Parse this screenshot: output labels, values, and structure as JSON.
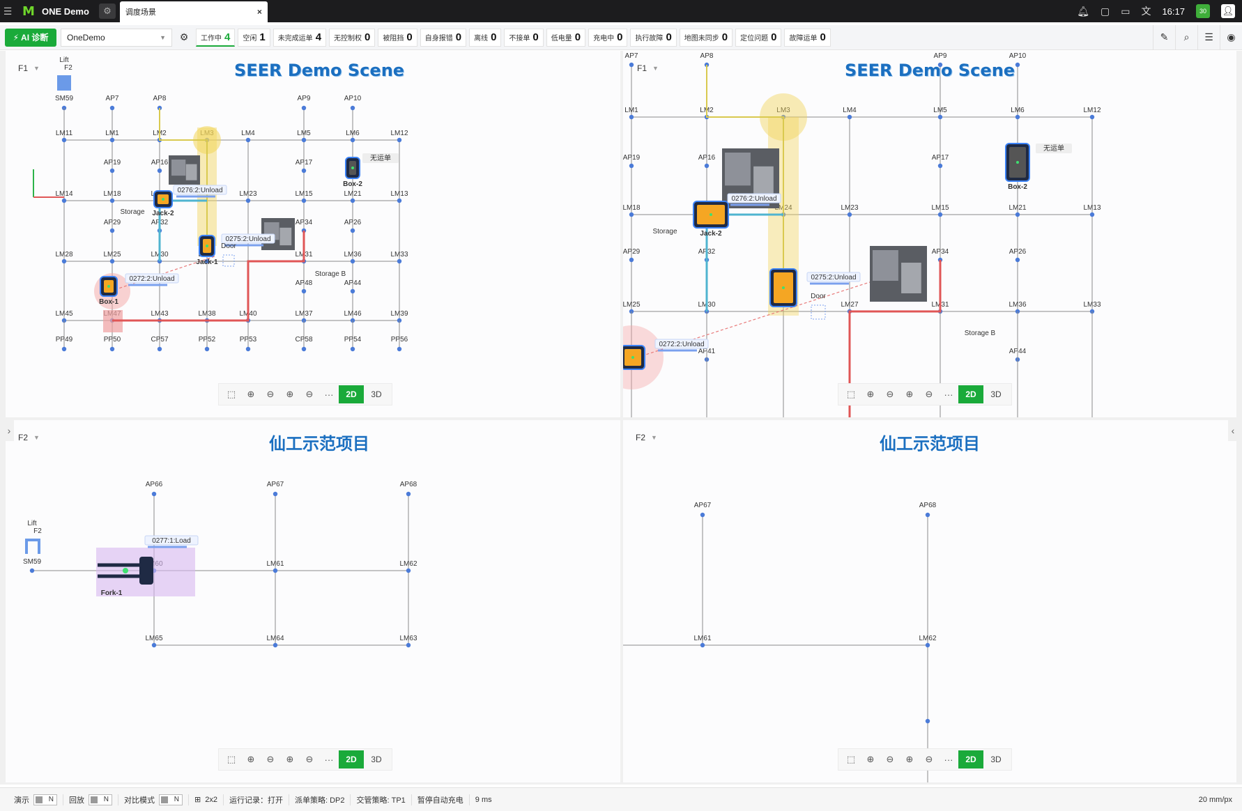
{
  "topbar": {
    "menu_icon": "menu-icon",
    "logo": "M",
    "app_title": "ONE Demo",
    "tab_title": "调度场景",
    "tab_close": "×",
    "clock": "16:17",
    "date_badge": "30",
    "icons": [
      "bell-icon",
      "note-icon",
      "monitor-icon",
      "translate-icon",
      "calendar-icon",
      "user-icon"
    ]
  },
  "toolbar": {
    "ai_button": "AI 诊断",
    "project": "OneDemo",
    "stats": [
      {
        "label": "工作中",
        "value": "4"
      },
      {
        "label": "空闲",
        "value": "1"
      },
      {
        "label": "未完成运单",
        "value": "4"
      },
      {
        "label": "无控制权",
        "value": "0"
      },
      {
        "label": "被阻挡",
        "value": "0"
      },
      {
        "label": "自身报错",
        "value": "0"
      },
      {
        "label": "离线",
        "value": "0"
      },
      {
        "label": "不接单",
        "value": "0"
      },
      {
        "label": "低电量",
        "value": "0"
      },
      {
        "label": "充电中",
        "value": "0"
      },
      {
        "label": "执行故障",
        "value": "0"
      },
      {
        "label": "地图未同步",
        "value": "0"
      },
      {
        "label": "定位问题",
        "value": "0"
      },
      {
        "label": "故障运单",
        "value": "0"
      }
    ]
  },
  "panels": {
    "tl": {
      "floor": "F1",
      "title": "SEER Demo Scene"
    },
    "tr": {
      "floor": "F1",
      "title": "SEER Demo Scene"
    },
    "bl": {
      "floor": "F2",
      "title": "仙工示范项目"
    },
    "br": {
      "floor": "F2",
      "title": "仙工示范项目"
    }
  },
  "view_modes": {
    "mode_2d": "2D",
    "mode_3d": "3D",
    "more": "···"
  },
  "map_labels": {
    "lift": "Lift",
    "lift_floor": "F2",
    "storage": "Storage",
    "storage_b": "Storage B",
    "door": "Door",
    "no_order": "无运单",
    "robots": {
      "jack1": "Jack-1",
      "jack2": "Jack-2",
      "box1": "Box-1",
      "box2": "Box-2",
      "fork1": "Fork-1"
    },
    "orders": {
      "o272": "0272:2:Unload",
      "o275": "0275:2:Unload",
      "o276": "0276:2:Unload",
      "o277": "0277:1:Load"
    }
  },
  "statusbar": {
    "demo": "演示",
    "replay": "回放",
    "compare": "对比模式",
    "toggle_off": "N",
    "layout": "2x2",
    "run_log": "运行记录：打开",
    "dispatch": "派单策略: DP2",
    "traffic": "交管策略: TP1",
    "pause_charge": "暂停自动充电",
    "latency": "9 ms",
    "scale": "20 mm/px"
  },
  "colors": {
    "accent": "#1aaa3a",
    "title_blue": "#1b6fc0",
    "route_red": "#e05656",
    "route_cyan": "#4fb4d0",
    "node": "#4b7bd8",
    "highlight_yellow": "#f2d55a"
  }
}
